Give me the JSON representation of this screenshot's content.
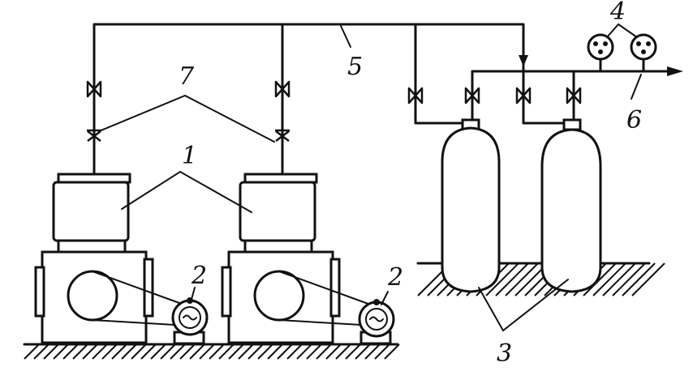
{
  "labels": {
    "compressor": "1",
    "motor": "2",
    "cylinders": "3",
    "gauges": "4",
    "main_line": "5",
    "outlet_line": "6",
    "check_valves": "7"
  },
  "icons": {
    "valve": "valve-icon",
    "check_valve": "check-valve-icon",
    "gauge": "pressure-gauge-icon",
    "motor": "electric-motor-icon"
  },
  "colors": {
    "ink": "#111111",
    "paper": "#ffffff"
  }
}
